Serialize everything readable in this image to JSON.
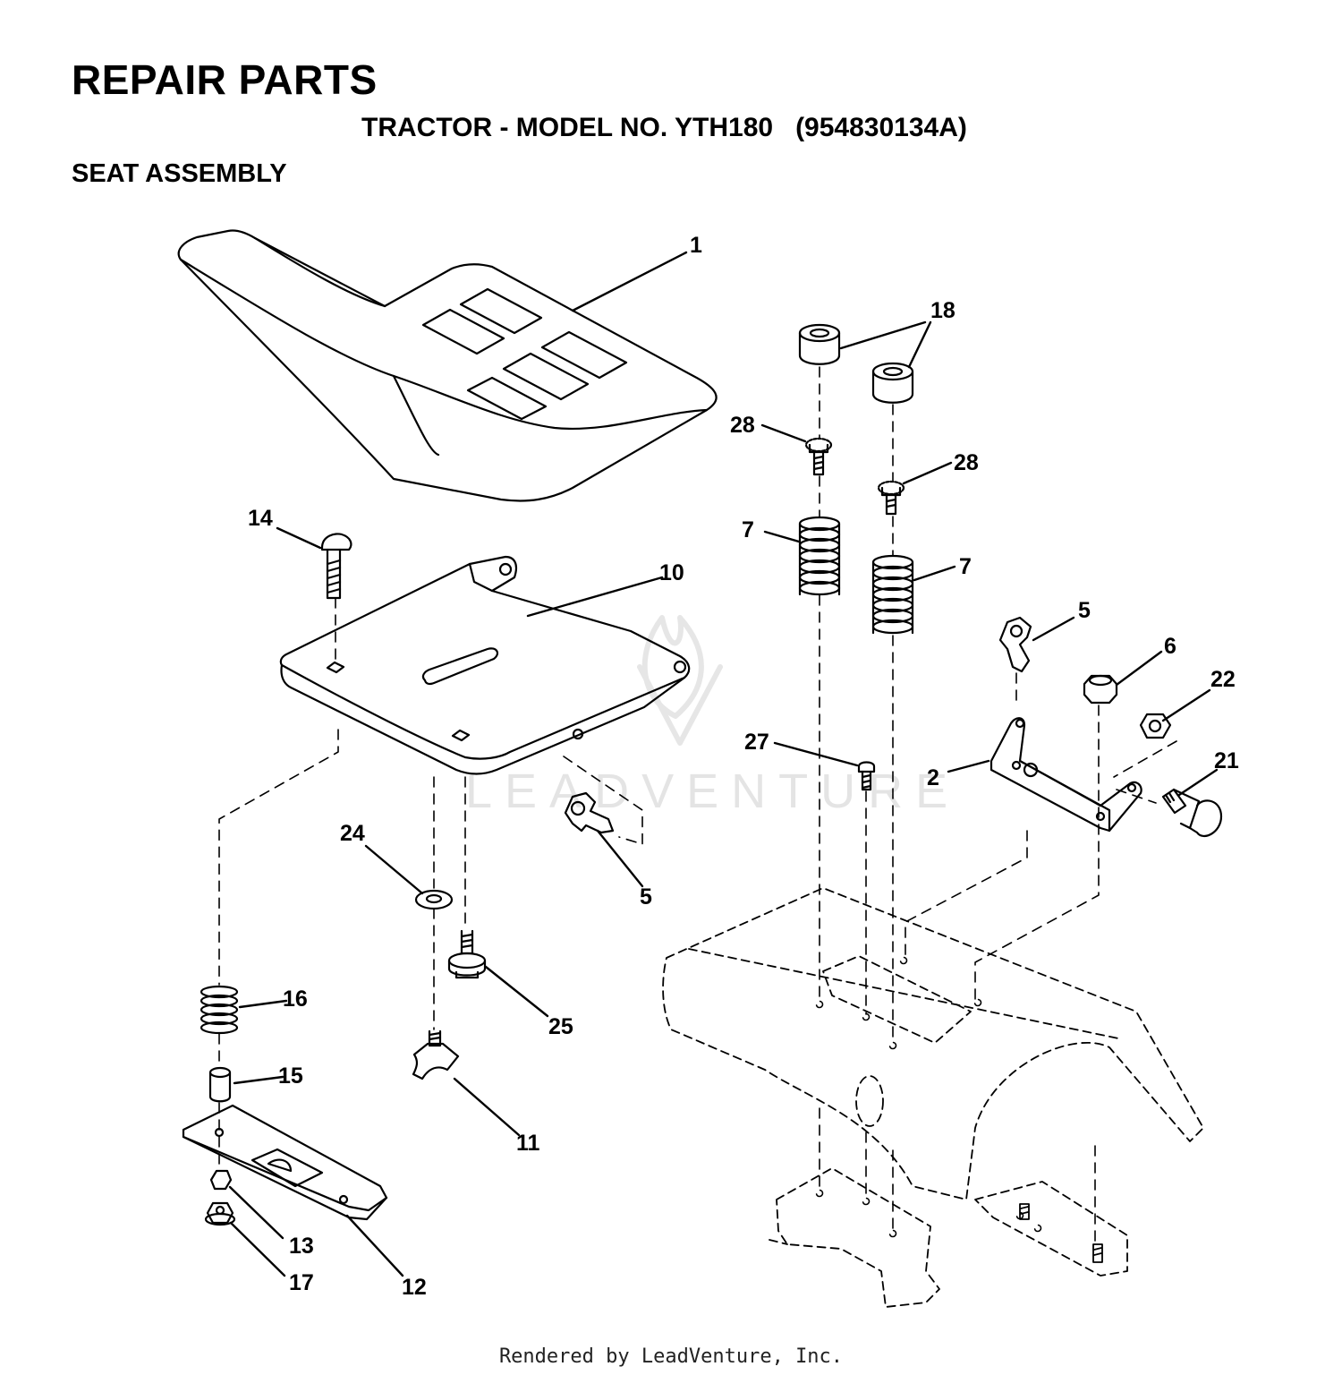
{
  "header": {
    "title": "REPAIR PARTS",
    "model_line": "TRACTOR - MODEL NO. YTH180   (954830134A)",
    "section": "SEAT ASSEMBLY"
  },
  "watermark": "LEADVENTURE",
  "footer": "Rendered by LeadVenture, Inc.",
  "callouts": {
    "c1": "1",
    "c18": "18",
    "c28a": "28",
    "c28b": "28",
    "c7a": "7",
    "c7b": "7",
    "c14": "14",
    "c10": "10",
    "c5a": "5",
    "c6": "6",
    "c22": "22",
    "c27": "27",
    "c2": "2",
    "c21": "21",
    "c24": "24",
    "c5b": "5",
    "c16": "16",
    "c25": "25",
    "c15": "15",
    "c11": "11",
    "c13": "13",
    "c17": "17",
    "c12": "12"
  }
}
